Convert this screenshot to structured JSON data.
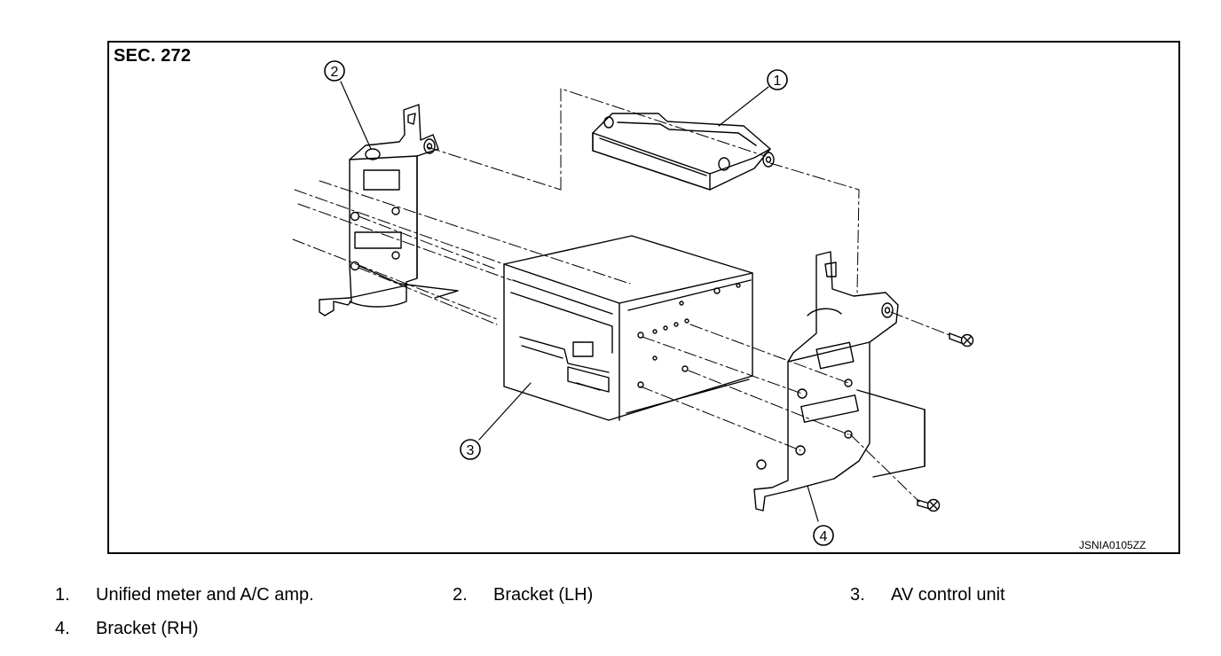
{
  "section": "SEC. 272",
  "figure_code": "JSNIA0105ZZ",
  "callouts": [
    "1",
    "2",
    "3",
    "4"
  ],
  "legend": [
    {
      "number": "1.",
      "label": "Unified meter and A/C amp."
    },
    {
      "number": "2.",
      "label": "Bracket (LH)"
    },
    {
      "number": "3.",
      "label": "AV control unit"
    },
    {
      "number": "4.",
      "label": "Bracket (RH)"
    }
  ]
}
